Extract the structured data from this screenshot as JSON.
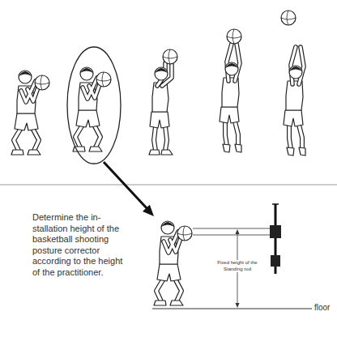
{
  "diagram": {
    "labels": [
      "Determine the in-stallation height of the basketball shooting posture corrector according to the height of the practitioner.",
      "Fixed height of the Standing rod",
      "floor"
    ]
  }
}
